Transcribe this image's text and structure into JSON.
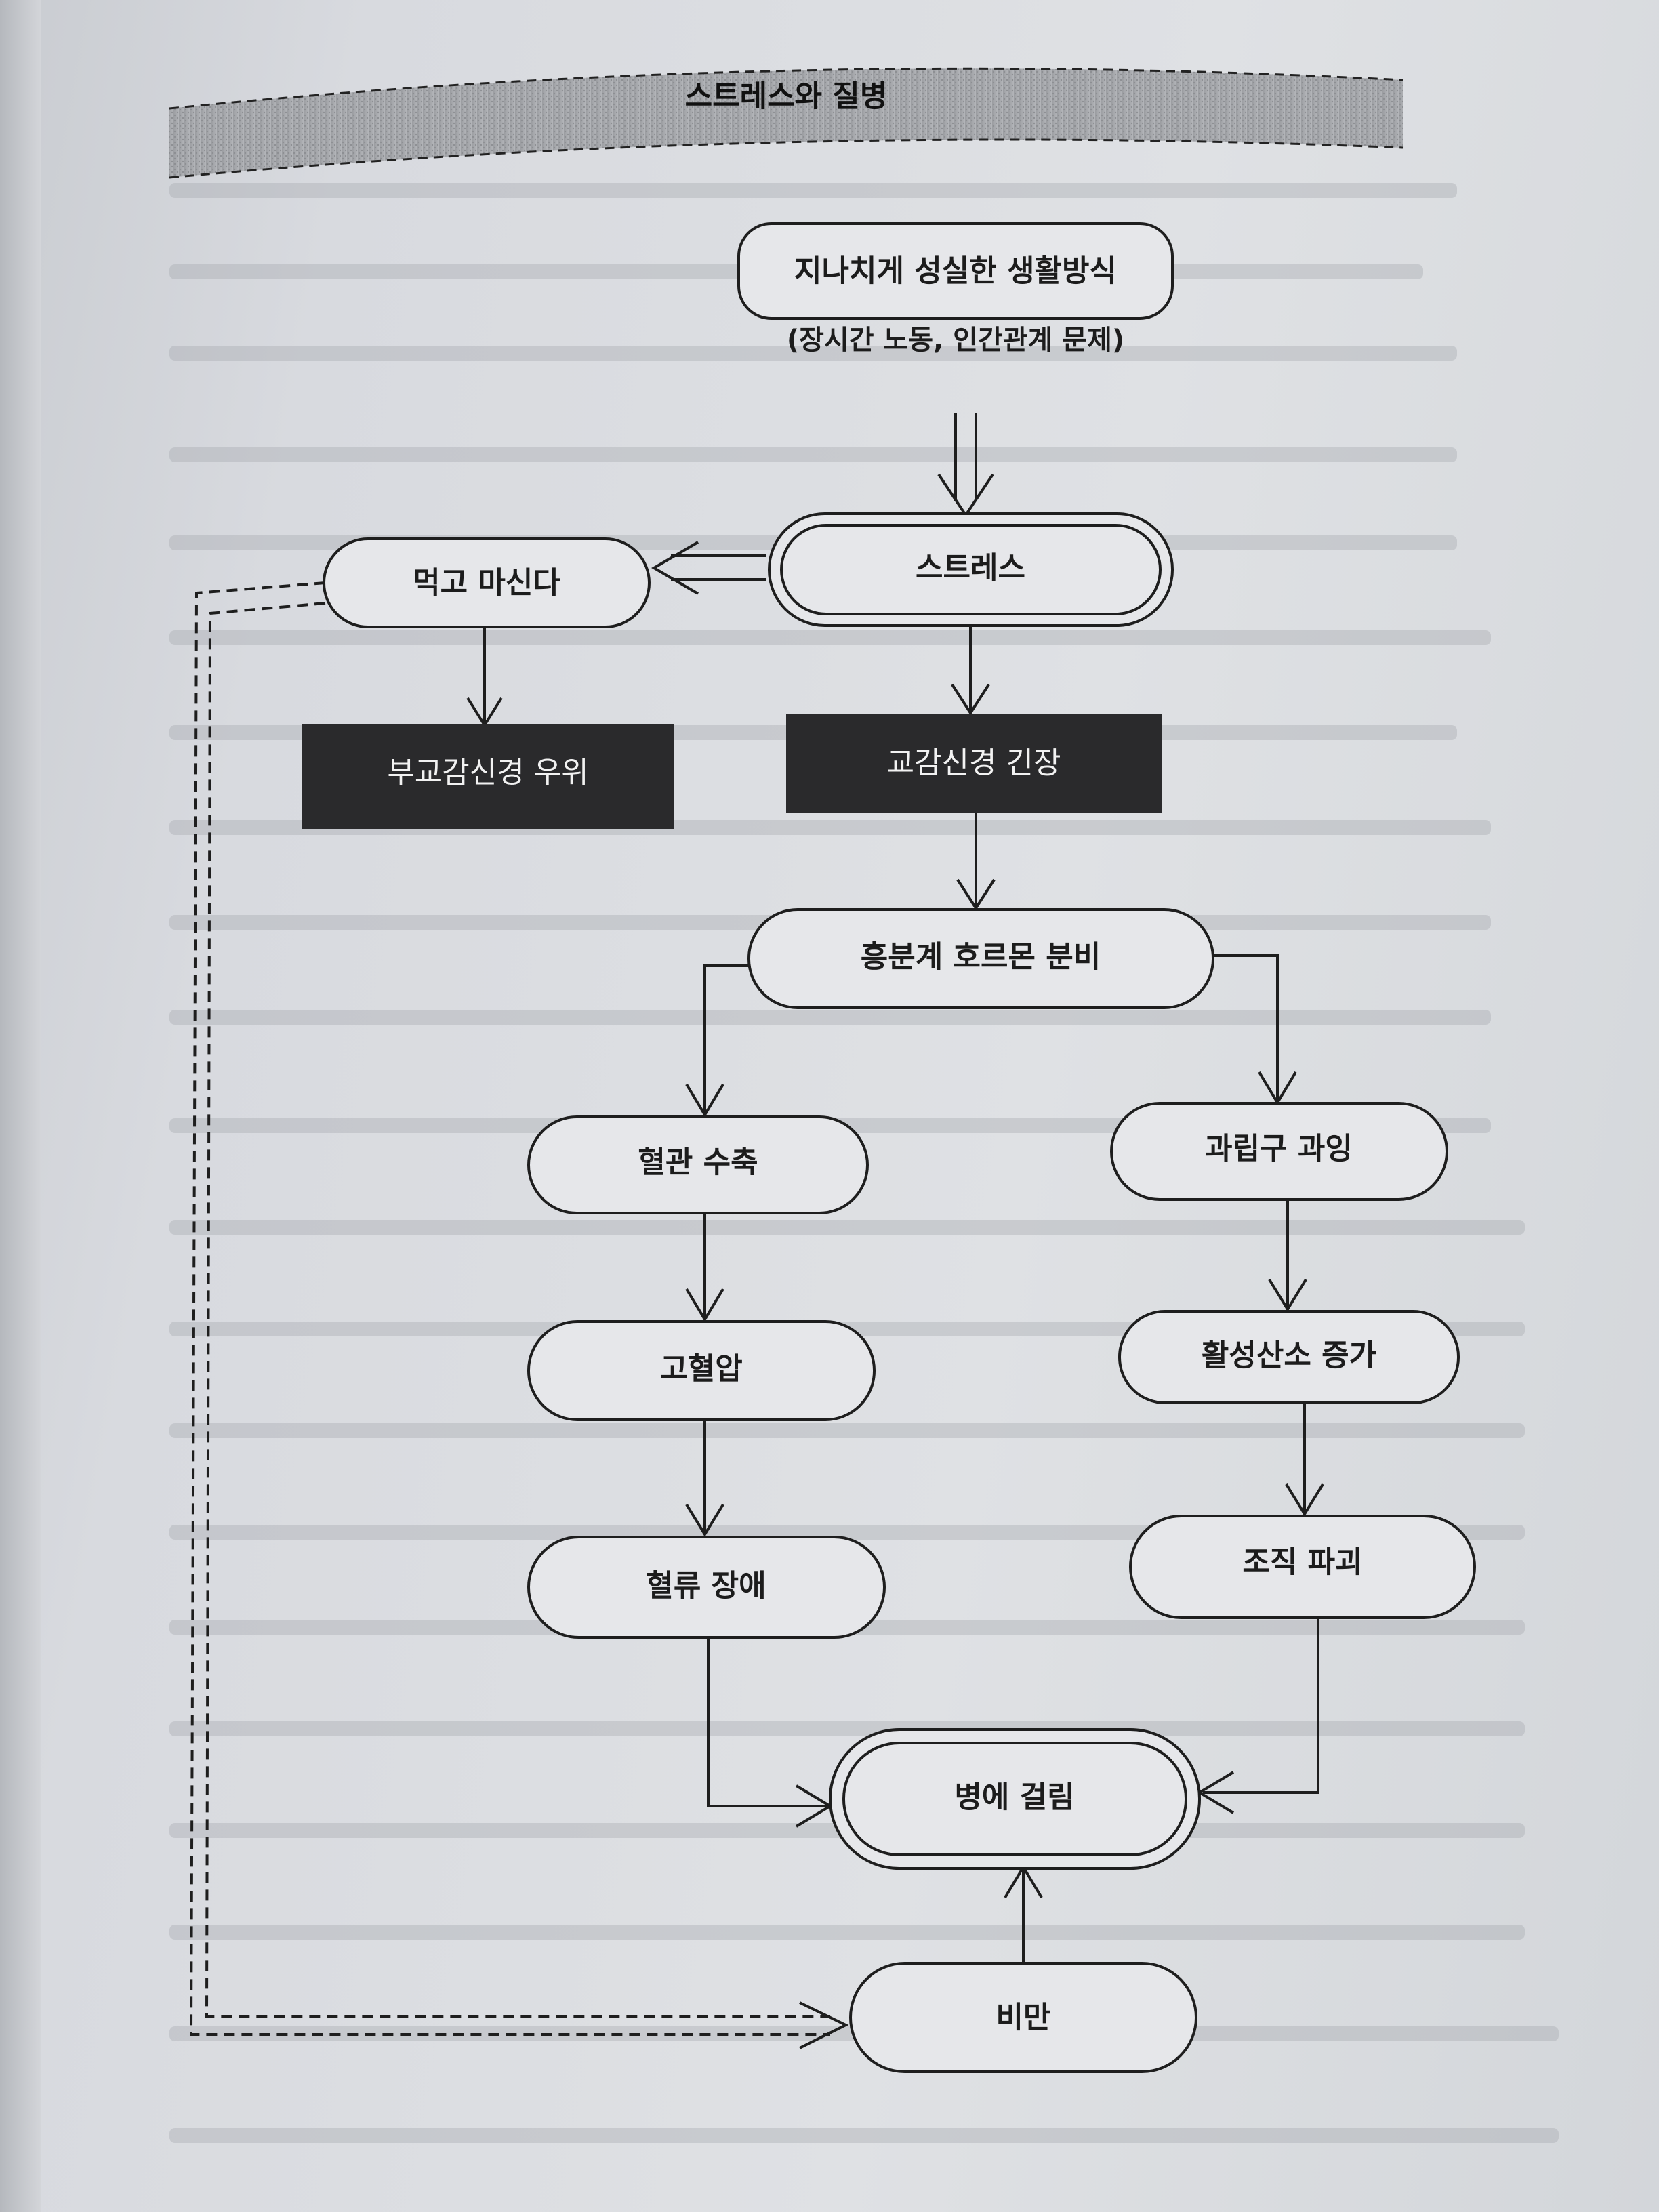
{
  "title": "스트레스와 질병",
  "nodes": {
    "lifestyle": "지나치게 성실한 생활방식",
    "lifestyle_sub": "(장시간 노동, 인간관계 문제)",
    "stress": "스트레스",
    "eat_drink": "먹고 마신다",
    "parasympathetic": "부교감신경 우위",
    "sympathetic": "교감신경 긴장",
    "hormone": "흥분계 호르몬 분비",
    "vasoconstriction": "혈관 수축",
    "granulocyte": "과립구 과잉",
    "hypertension": "고혈압",
    "active_oxygen": "활성산소 증가",
    "blood_flow": "혈류 장애",
    "tissue": "조직 파괴",
    "illness": "병에 걸림",
    "obesity": "비만"
  },
  "colors": {
    "dark_box": "#2a2a2c",
    "line": "#1e1e1e",
    "title_band": "#a7a9ad"
  }
}
